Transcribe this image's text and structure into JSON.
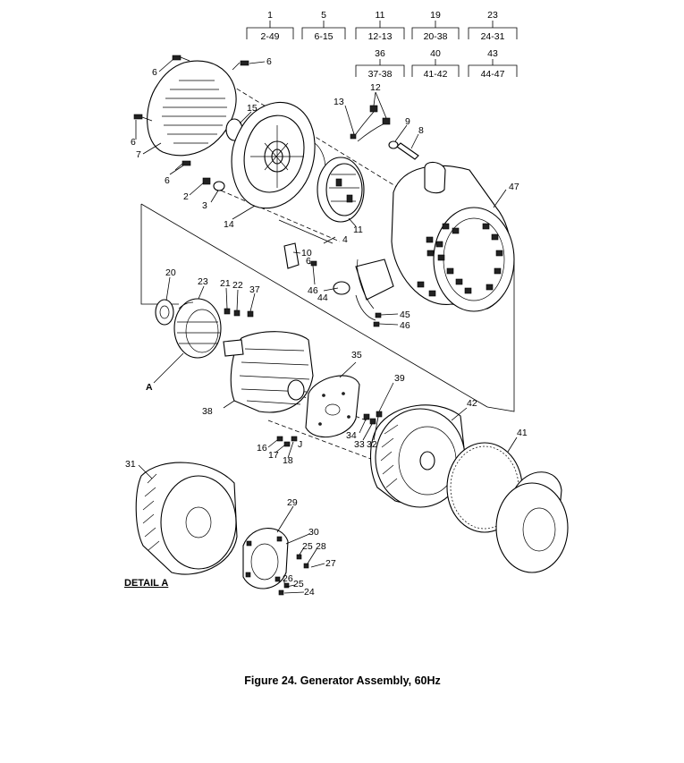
{
  "index_table": {
    "row1": [
      {
        "item": "1",
        "range": "2-49"
      },
      {
        "item": "5",
        "range": "6-15"
      },
      {
        "item": "11",
        "range": "12-13"
      },
      {
        "item": "19",
        "range": "20-38"
      },
      {
        "item": "23",
        "range": "24-31"
      }
    ],
    "row2": [
      {
        "item": "36",
        "range": "37-38"
      },
      {
        "item": "40",
        "range": "41-42"
      },
      {
        "item": "43",
        "range": "44-47"
      }
    ]
  },
  "callouts": {
    "c6a": "6",
    "c6b": "6",
    "c6c": "6",
    "c6d": "6",
    "c6e": "6",
    "c7": "7",
    "c15": "15",
    "c2": "2",
    "c3": "3",
    "c14": "14",
    "c13": "13",
    "c12": "12",
    "c9": "9",
    "c8": "8",
    "c47": "47",
    "c11": "11",
    "c4": "4",
    "c10": "10",
    "c46a": "46",
    "c44": "44",
    "c45": "45",
    "c46b": "46",
    "c20": "20",
    "c23a": "23",
    "c21": "21",
    "c22": "22",
    "c37": "37",
    "cA": "A",
    "c35": "35",
    "c39": "39",
    "c42": "42",
    "c38": "38",
    "c34": "34",
    "c33": "33",
    "c32": "32",
    "c41": "41",
    "c16": "16",
    "c17": "17",
    "c18": "18",
    "cJ": "J",
    "c31": "31",
    "c29": "29",
    "c30": "30",
    "c25a": "25",
    "c28": "28",
    "c27": "27",
    "c26": "26",
    "c25b": "25",
    "c24": "24"
  },
  "detail_label": "DETAIL A",
  "caption": "Figure 24.  Generator Assembly, 60Hz"
}
